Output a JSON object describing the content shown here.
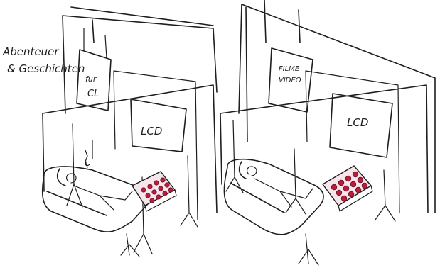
{
  "left_scene": {
    "wall_note": "Abenteuer & Geschichten",
    "wall_note_line1": "Abenteuer",
    "wall_note_line2": "& Geschichten",
    "poster_line1": "fur",
    "poster_line2": "CL",
    "screen_label": "LCD"
  },
  "right_scene": {
    "poster_line1": "FILME",
    "poster_line2": "VIDEO",
    "screen_label": "LCD"
  },
  "colors": {
    "ink": "#1e1e1e",
    "button_red": "#b81e3c",
    "pad_fill": "#f6e6ec"
  }
}
